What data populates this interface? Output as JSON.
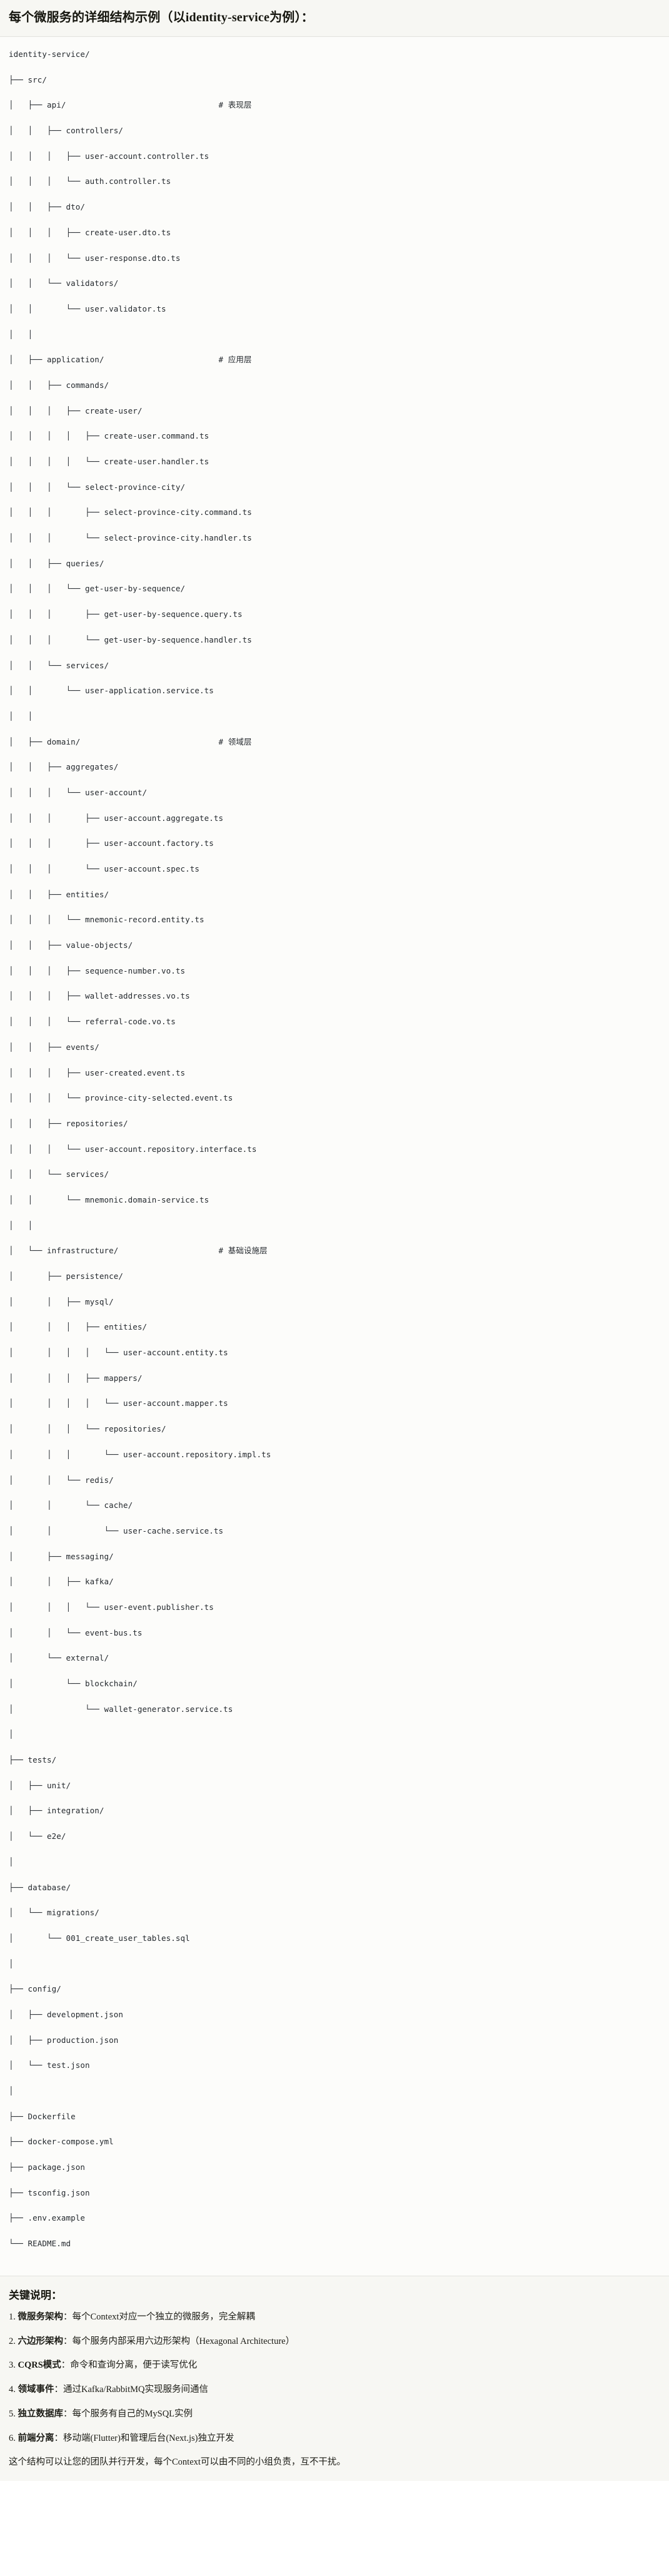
{
  "header": {
    "title": "每个微服务的详细结构示例（以identity-service为例）："
  },
  "tree": {
    "lines": [
      {
        "path": "identity-service/",
        "comment": ""
      },
      {
        "path": "├── src/",
        "comment": ""
      },
      {
        "path": "│   ├── api/",
        "comment": "# 表现层"
      },
      {
        "path": "│   │   ├── controllers/",
        "comment": ""
      },
      {
        "path": "│   │   │   ├── user-account.controller.ts",
        "comment": ""
      },
      {
        "path": "│   │   │   └── auth.controller.ts",
        "comment": ""
      },
      {
        "path": "│   │   ├── dto/",
        "comment": ""
      },
      {
        "path": "│   │   │   ├── create-user.dto.ts",
        "comment": ""
      },
      {
        "path": "│   │   │   └── user-response.dto.ts",
        "comment": ""
      },
      {
        "path": "│   │   └── validators/",
        "comment": ""
      },
      {
        "path": "│   │       └── user.validator.ts",
        "comment": ""
      },
      {
        "path": "│   │",
        "comment": ""
      },
      {
        "path": "│   ├── application/",
        "comment": "# 应用层"
      },
      {
        "path": "│   │   ├── commands/",
        "comment": ""
      },
      {
        "path": "│   │   │   ├── create-user/",
        "comment": ""
      },
      {
        "path": "│   │   │   │   ├── create-user.command.ts",
        "comment": ""
      },
      {
        "path": "│   │   │   │   └── create-user.handler.ts",
        "comment": ""
      },
      {
        "path": "│   │   │   └── select-province-city/",
        "comment": ""
      },
      {
        "path": "│   │   │       ├── select-province-city.command.ts",
        "comment": ""
      },
      {
        "path": "│   │   │       └── select-province-city.handler.ts",
        "comment": ""
      },
      {
        "path": "│   │   ├── queries/",
        "comment": ""
      },
      {
        "path": "│   │   │   └── get-user-by-sequence/",
        "comment": ""
      },
      {
        "path": "│   │   │       ├── get-user-by-sequence.query.ts",
        "comment": ""
      },
      {
        "path": "│   │   │       └── get-user-by-sequence.handler.ts",
        "comment": ""
      },
      {
        "path": "│   │   └── services/",
        "comment": ""
      },
      {
        "path": "│   │       └── user-application.service.ts",
        "comment": ""
      },
      {
        "path": "│   │",
        "comment": ""
      },
      {
        "path": "│   ├── domain/",
        "comment": "# 领域层"
      },
      {
        "path": "│   │   ├── aggregates/",
        "comment": ""
      },
      {
        "path": "│   │   │   └── user-account/",
        "comment": ""
      },
      {
        "path": "│   │   │       ├── user-account.aggregate.ts",
        "comment": ""
      },
      {
        "path": "│   │   │       ├── user-account.factory.ts",
        "comment": ""
      },
      {
        "path": "│   │   │       └── user-account.spec.ts",
        "comment": ""
      },
      {
        "path": "│   │   ├── entities/",
        "comment": ""
      },
      {
        "path": "│   │   │   └── mnemonic-record.entity.ts",
        "comment": ""
      },
      {
        "path": "│   │   ├── value-objects/",
        "comment": ""
      },
      {
        "path": "│   │   │   ├── sequence-number.vo.ts",
        "comment": ""
      },
      {
        "path": "│   │   │   ├── wallet-addresses.vo.ts",
        "comment": ""
      },
      {
        "path": "│   │   │   └── referral-code.vo.ts",
        "comment": ""
      },
      {
        "path": "│   │   ├── events/",
        "comment": ""
      },
      {
        "path": "│   │   │   ├── user-created.event.ts",
        "comment": ""
      },
      {
        "path": "│   │   │   └── province-city-selected.event.ts",
        "comment": ""
      },
      {
        "path": "│   │   ├── repositories/",
        "comment": ""
      },
      {
        "path": "│   │   │   └── user-account.repository.interface.ts",
        "comment": ""
      },
      {
        "path": "│   │   └── services/",
        "comment": ""
      },
      {
        "path": "│   │       └── mnemonic.domain-service.ts",
        "comment": ""
      },
      {
        "path": "│   │",
        "comment": ""
      },
      {
        "path": "│   └── infrastructure/",
        "comment": "# 基础设施层"
      },
      {
        "path": "│       ├── persistence/",
        "comment": ""
      },
      {
        "path": "│       │   ├── mysql/",
        "comment": ""
      },
      {
        "path": "│       │   │   ├── entities/",
        "comment": ""
      },
      {
        "path": "│       │   │   │   └── user-account.entity.ts",
        "comment": ""
      },
      {
        "path": "│       │   │   ├── mappers/",
        "comment": ""
      },
      {
        "path": "│       │   │   │   └── user-account.mapper.ts",
        "comment": ""
      },
      {
        "path": "│       │   │   └── repositories/",
        "comment": ""
      },
      {
        "path": "│       │   │       └── user-account.repository.impl.ts",
        "comment": ""
      },
      {
        "path": "│       │   └── redis/",
        "comment": ""
      },
      {
        "path": "│       │       └── cache/",
        "comment": ""
      },
      {
        "path": "│       │           └── user-cache.service.ts",
        "comment": ""
      },
      {
        "path": "│       ├── messaging/",
        "comment": ""
      },
      {
        "path": "│       │   ├── kafka/",
        "comment": ""
      },
      {
        "path": "│       │   │   └── user-event.publisher.ts",
        "comment": ""
      },
      {
        "path": "│       │   └── event-bus.ts",
        "comment": ""
      },
      {
        "path": "│       └── external/",
        "comment": ""
      },
      {
        "path": "│           └── blockchain/",
        "comment": ""
      },
      {
        "path": "│               └── wallet-generator.service.ts",
        "comment": ""
      },
      {
        "path": "│",
        "comment": ""
      },
      {
        "path": "├── tests/",
        "comment": ""
      },
      {
        "path": "│   ├── unit/",
        "comment": ""
      },
      {
        "path": "│   ├── integration/",
        "comment": ""
      },
      {
        "path": "│   └── e2e/",
        "comment": ""
      },
      {
        "path": "│",
        "comment": ""
      },
      {
        "path": "├── database/",
        "comment": ""
      },
      {
        "path": "│   └── migrations/",
        "comment": ""
      },
      {
        "path": "│       └── 001_create_user_tables.sql",
        "comment": ""
      },
      {
        "path": "│",
        "comment": ""
      },
      {
        "path": "├── config/",
        "comment": ""
      },
      {
        "path": "│   ├── development.json",
        "comment": ""
      },
      {
        "path": "│   ├── production.json",
        "comment": ""
      },
      {
        "path": "│   └── test.json",
        "comment": ""
      },
      {
        "path": "│",
        "comment": ""
      },
      {
        "path": "├── Dockerfile",
        "comment": ""
      },
      {
        "path": "├── docker-compose.yml",
        "comment": ""
      },
      {
        "path": "├── package.json",
        "comment": ""
      },
      {
        "path": "├── tsconfig.json",
        "comment": ""
      },
      {
        "path": "├── .env.example",
        "comment": ""
      },
      {
        "path": "└── README.md",
        "comment": ""
      }
    ]
  },
  "keys": {
    "title": "关键说明：",
    "items": [
      {
        "num": "1. ",
        "term": "微服务架构",
        "desc": "：每个Context对应一个独立的微服务，完全解耦"
      },
      {
        "num": "2. ",
        "term": "六边形架构",
        "desc": "：每个服务内部采用六边形架构（Hexagonal Architecture）"
      },
      {
        "num": "3. ",
        "term": "CQRS模式",
        "desc": "：命令和查询分离，便于读写优化"
      },
      {
        "num": "4. ",
        "term": "领域事件",
        "desc": "：通过Kafka/RabbitMQ实现服务间通信"
      },
      {
        "num": "5. ",
        "term": "独立数据库",
        "desc": "：每个服务有自己的MySQL实例"
      },
      {
        "num": "6. ",
        "term": "前端分离",
        "desc": "：移动端(Flutter)和管理后台(Next.js)独立开发"
      }
    ],
    "closing": "这个结构可以让您的团队并行开发，每个Context可以由不同的小组负责，互不干扰。"
  }
}
